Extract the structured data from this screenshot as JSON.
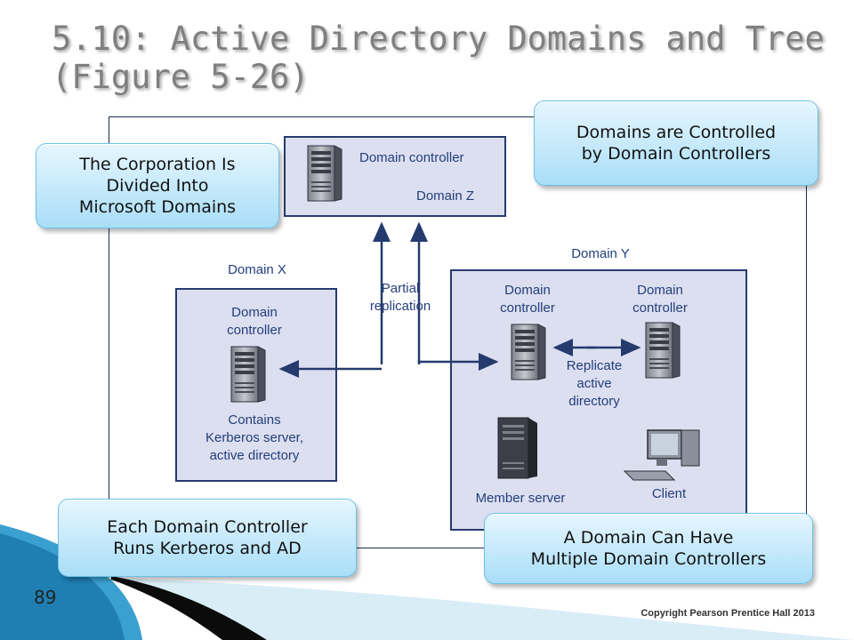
{
  "slide": {
    "title_lines": [
      "5.10: Active Directory Domains and Tree",
      "(Figure 5-26)"
    ],
    "page_number": "89",
    "copyright": "Copyright Pearson Prentice Hall 2013",
    "colors": {
      "title": "#7f7f7f",
      "diagram_ink": "#253b6e",
      "domain_fill": "#dcdff0",
      "callout_fill": "#a9def8"
    }
  },
  "diagram": {
    "domain_z": {
      "controller_label": "Domain controller",
      "name": "Domain Z",
      "icon": "server-tower-icon"
    },
    "domain_x": {
      "name": "Domain X",
      "controller_label": [
        "Domain",
        "controller"
      ],
      "contains_label": [
        "Contains",
        "Kerberos server,",
        "active directory"
      ],
      "icon": "server-tower-icon"
    },
    "domain_y": {
      "name": "Domain Y",
      "controller_left_label": [
        "Domain",
        "controller"
      ],
      "controller_right_label": [
        "Domain",
        "controller"
      ],
      "replicate_label": [
        "Replicate",
        "active",
        "directory"
      ],
      "member_server_label": "Member server",
      "client_label": "Client",
      "icons": [
        "server-tower-icon",
        "server-tower-icon",
        "member-server-icon",
        "client-computer-icon"
      ]
    },
    "partial_replication_label": [
      "Partial",
      "replication"
    ]
  },
  "callouts": {
    "top_left": "The Corporation Is\nDivided Into\nMicrosoft Domains",
    "top_right": "Domains are Controlled\nby Domain Controllers",
    "bottom_left": "Each Domain Controller\nRuns Kerberos and AD",
    "bottom_right": "A Domain Can Have\nMultiple Domain Controllers"
  }
}
